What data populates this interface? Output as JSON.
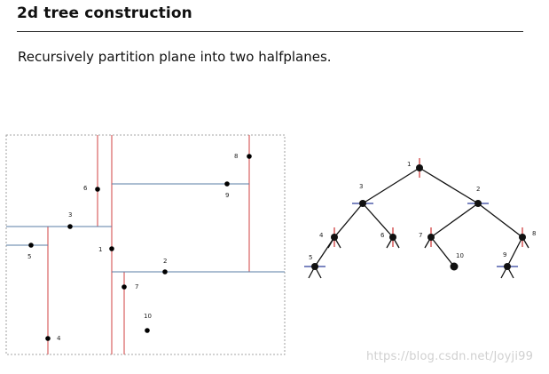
{
  "header": {
    "title": "2d tree construction",
    "subtitle": "Recursively partition plane into two halfplanes."
  },
  "diagram": {
    "point_labels": [
      "1",
      "2",
      "3",
      "4",
      "5",
      "6",
      "7",
      "8",
      "9",
      "10"
    ],
    "colors": {
      "vertical_split": "#d04040",
      "horizontal_split": "#5a7ea6",
      "point": "#000000",
      "frame": "#888888"
    }
  },
  "watermark": "https://blog.csdn.net/Joyji99"
}
